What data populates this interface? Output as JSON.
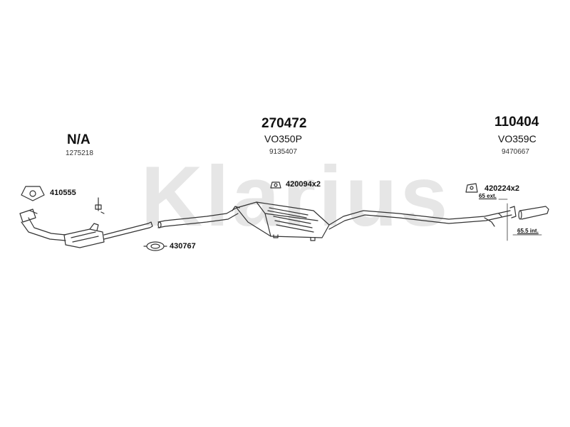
{
  "brand_watermark": "Klarius",
  "sections": [
    {
      "part_number": "N/A",
      "reference": "",
      "oe_number": "1275218"
    },
    {
      "part_number": "270472",
      "reference": "VO350P",
      "oe_number": "9135407"
    },
    {
      "part_number": "110404",
      "reference": "VO359C",
      "oe_number": "9470667"
    }
  ],
  "accessories": [
    {
      "label": "410555",
      "icon": "flange-gasket-icon"
    },
    {
      "label": "430767",
      "icon": "clamp-icon"
    },
    {
      "label": "420094x2",
      "icon": "rubber-mount-icon"
    },
    {
      "label": "420224x2",
      "icon": "rubber-mount-icon"
    }
  ],
  "dimensions": {
    "tail_ext": "65 ext.",
    "tail_int": "65.5 int."
  },
  "colors": {
    "line": "#333333",
    "watermark": "#e6e6e6"
  }
}
